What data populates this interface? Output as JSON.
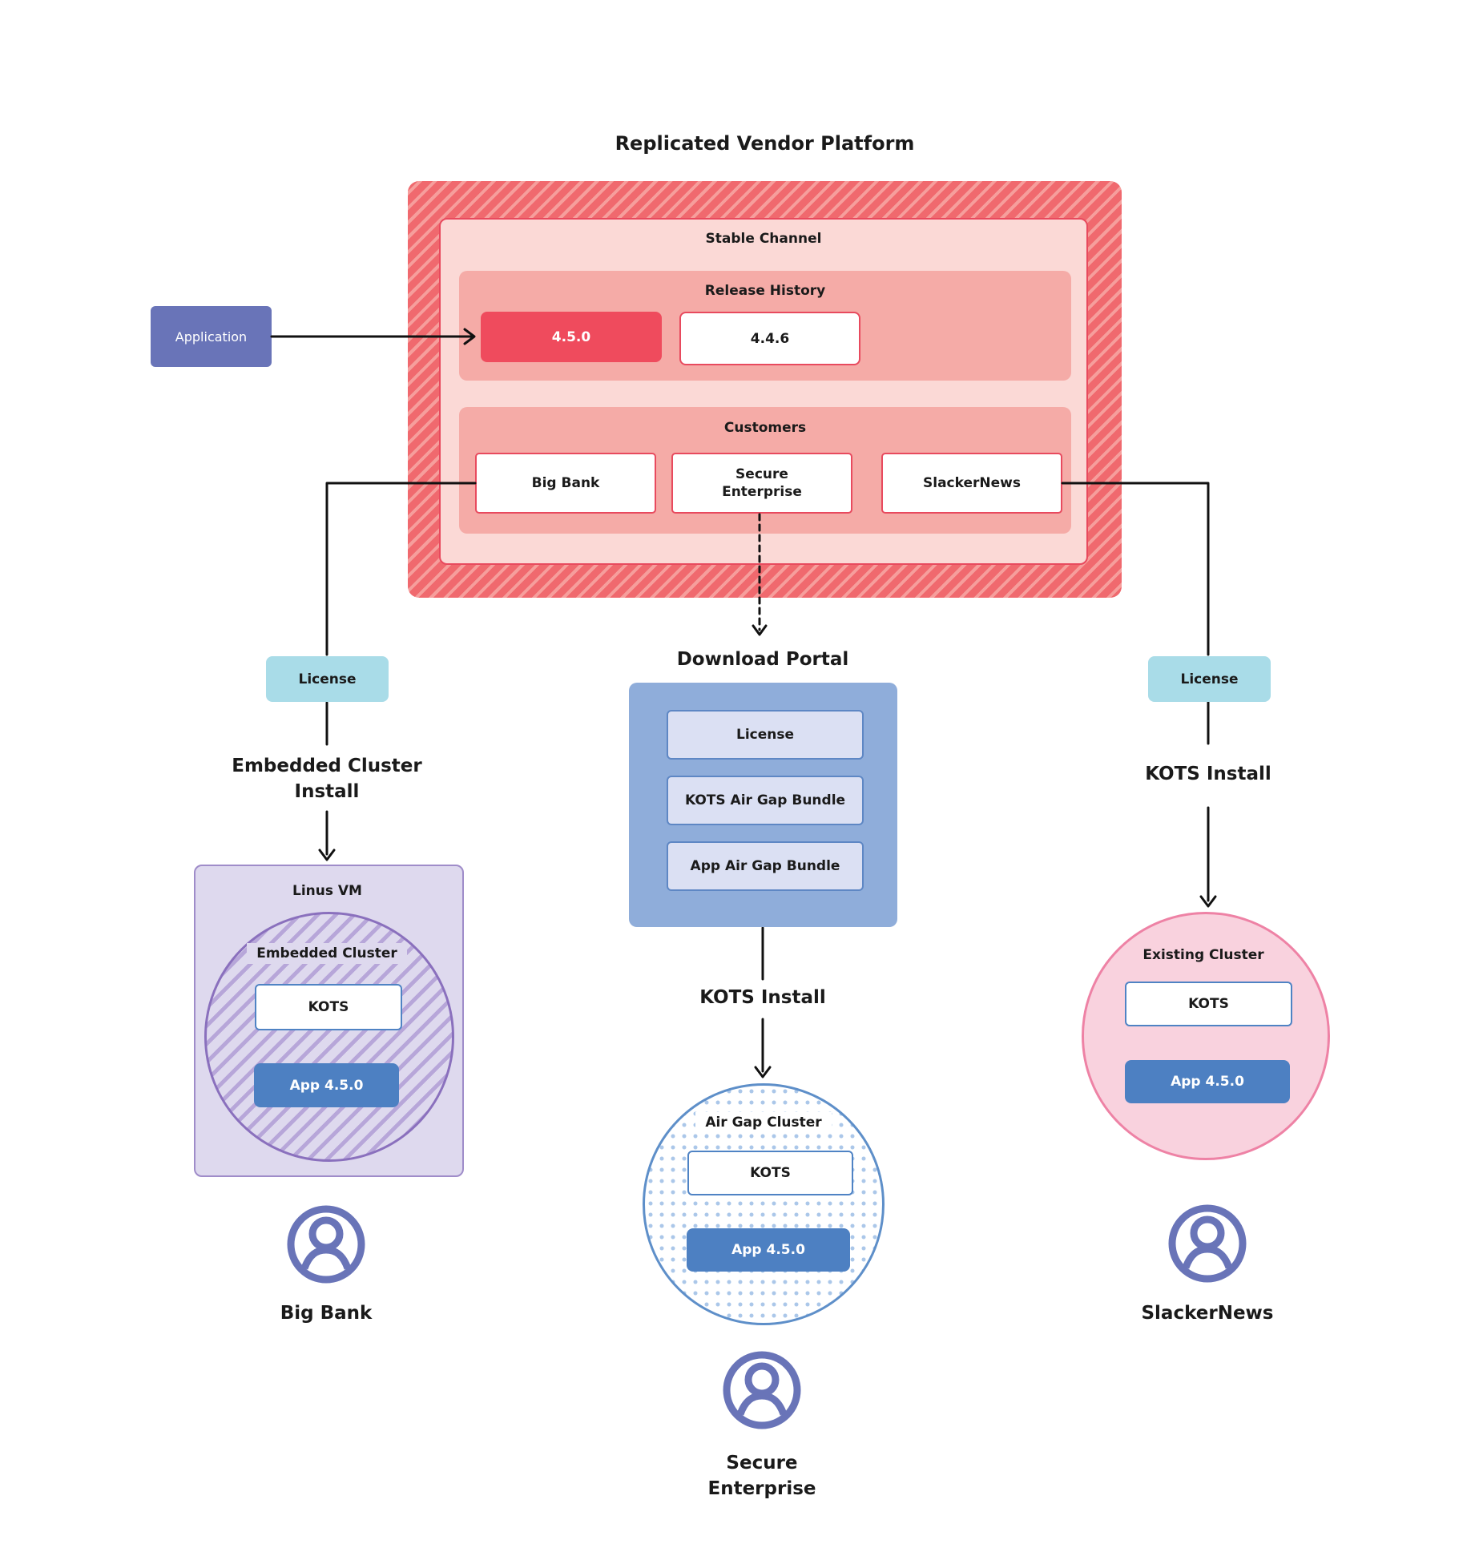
{
  "title": "Replicated Vendor Platform",
  "platform": {
    "stable_channel": "Stable Channel",
    "release_history": {
      "label": "Release History",
      "releases": [
        {
          "version": "4.5.0"
        },
        {
          "version": "4.4.6"
        }
      ]
    },
    "customers": {
      "label": "Customers",
      "items": [
        {
          "name": "Big Bank"
        },
        {
          "name": "Secure\nEnterprise"
        },
        {
          "name": "SlackerNews"
        }
      ]
    }
  },
  "application": {
    "label": "Application"
  },
  "left_branch": {
    "license": "License",
    "install": "Embedded Cluster\nInstall",
    "vm": "Linus VM",
    "cluster": "Embedded Cluster",
    "kots": "KOTS",
    "app": "App 4.5.0",
    "persona": "Big Bank"
  },
  "middle_branch": {
    "portal_title": "Download Portal",
    "portal_items": [
      {
        "label": "License"
      },
      {
        "label": "KOTS Air Gap Bundle"
      },
      {
        "label": "App Air Gap Bundle"
      }
    ],
    "install": "KOTS Install",
    "cluster": "Air Gap Cluster",
    "kots": "KOTS",
    "app": "App 4.5.0",
    "persona": "Secure\nEnterprise"
  },
  "right_branch": {
    "license": "License",
    "install": "KOTS Install",
    "cluster": "Existing Cluster",
    "kots": "KOTS",
    "app": "App 4.5.0",
    "persona": "SlackerNews"
  },
  "colors": {
    "platform_hatch_dark": "#f0696e",
    "platform_hatch_light": "#f69e9c",
    "stable_fill": "#fbd9d6",
    "panel_fill": "#f5aba7",
    "accent_red": "#e84a5e",
    "current_release_fill": "#ef4b5d",
    "application_purple": "#6974b8",
    "license_teal": "#a9dce8",
    "portal_blue": "#8fadda",
    "portal_item_fill": "#dbe0f3",
    "kots_border_blue": "#4f83c4",
    "app_blue": "#4d80c2",
    "vm_fill": "#ded9ee",
    "vm_purple": "#8a70bd",
    "existing_pink_fill": "#f9d2de",
    "existing_pink_border": "#ee82a5",
    "persona_purple": "#6974b8"
  }
}
